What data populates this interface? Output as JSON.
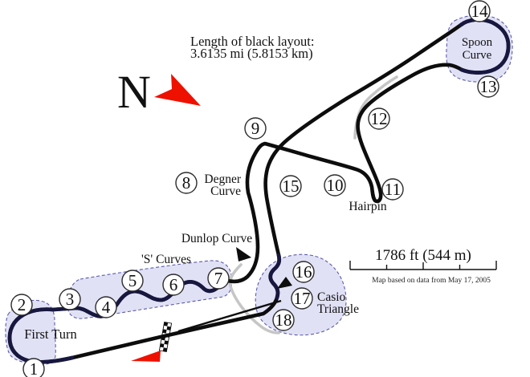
{
  "title": {
    "line1": "Length of black layout:",
    "line2": "3.6135 mi (5.8153 km)"
  },
  "compass": {
    "n": "N"
  },
  "corners": [
    "1",
    "2",
    "3",
    "4",
    "5",
    "6",
    "7",
    "8",
    "9",
    "10",
    "11",
    "12",
    "13",
    "14",
    "15",
    "16",
    "17",
    "18"
  ],
  "labels": {
    "first_turn": "First Turn",
    "s_curves": "'S' Curves",
    "dunlop": "Dunlop Curve",
    "degner_line1": "Degner",
    "degner_line2": "Curve",
    "hairpin": "Hairpin",
    "spoon_line1": "Spoon",
    "spoon_line2": "Curve",
    "casio_line1": "Casio",
    "casio_line2": "Triangle"
  },
  "scale_bar": {
    "label": "1786 ft (544 m)",
    "caption": "Map based on data from May 17, 2005"
  },
  "colors": {
    "track": "#0d0d0d",
    "highlight": "#17173f",
    "region_fill": "#dcdcf4",
    "region_border": "#5b5bad",
    "alt_track": "#c6c6c6",
    "north_arrow": "#ee1100",
    "start_marker": "#ee1100",
    "circle_stroke": "#2b2b2b"
  }
}
